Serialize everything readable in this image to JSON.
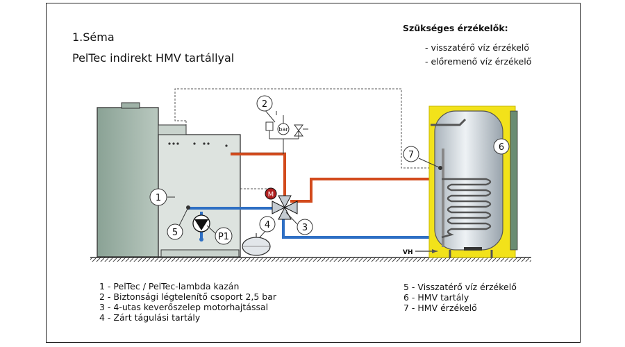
{
  "header": {
    "title_line1": "1.Séma",
    "title_line2": "PelTec indirekt HMV tartállyal"
  },
  "requirements": {
    "title": "Szükséges érzékelők:",
    "items": [
      "- visszatérő víz érzékelő",
      "- előremenő víz érzékelő"
    ]
  },
  "callouts": {
    "c1": "1",
    "c2": "2",
    "c3": "3",
    "c4": "4",
    "c5": "5",
    "c6": "6",
    "c7": "7",
    "p1": "P1",
    "motor": "M",
    "gauge": "bar",
    "vh": "VH"
  },
  "legend_left": [
    "1 - PelTec / PelTec-lambda kazán",
    "2 - Biztonsági légtelenítő csoport 2,5 bar",
    "3 - 4-utas keverőszelep motorhajtással",
    "4 - Zárt tágulási tartály"
  ],
  "legend_right": [
    "5 - Visszatérő víz érzékelő",
    "6 - HMV tartály",
    "7 - HMV érzékelő"
  ],
  "colors": {
    "boiler_fill": "#dde3df",
    "boiler_side": "#9fb2a7",
    "hot_pipe": "#d24a1c",
    "cold_pipe": "#2e6fc4",
    "insulation": "#f2e21a",
    "tank": "#cfd6dc",
    "motor": "#b02020"
  }
}
